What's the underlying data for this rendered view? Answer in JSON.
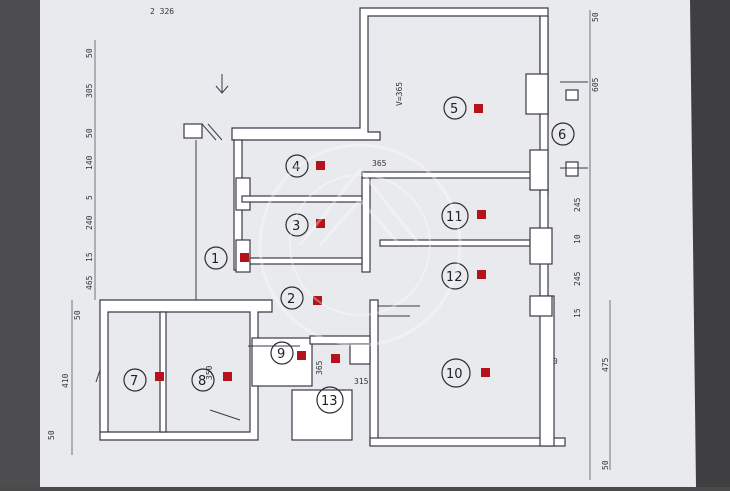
{
  "plan": {
    "top_text": "2 326",
    "volume_note": "V=365",
    "rooms": [
      "1",
      "2",
      "3",
      "4",
      "5",
      "6",
      "7",
      "8",
      "9",
      "10",
      "11",
      "12",
      "13"
    ],
    "dims_left": [
      "50",
      "305",
      "50",
      "140",
      "5",
      "240",
      "15",
      "465"
    ],
    "dims_mid": [
      "50",
      "410",
      "50",
      "350",
      "365"
    ],
    "dims_right": [
      "50",
      "605",
      "245",
      "10",
      "245",
      "15",
      "475",
      "50"
    ],
    "small_dims": [
      "50",
      "365",
      "300",
      "315"
    ]
  }
}
